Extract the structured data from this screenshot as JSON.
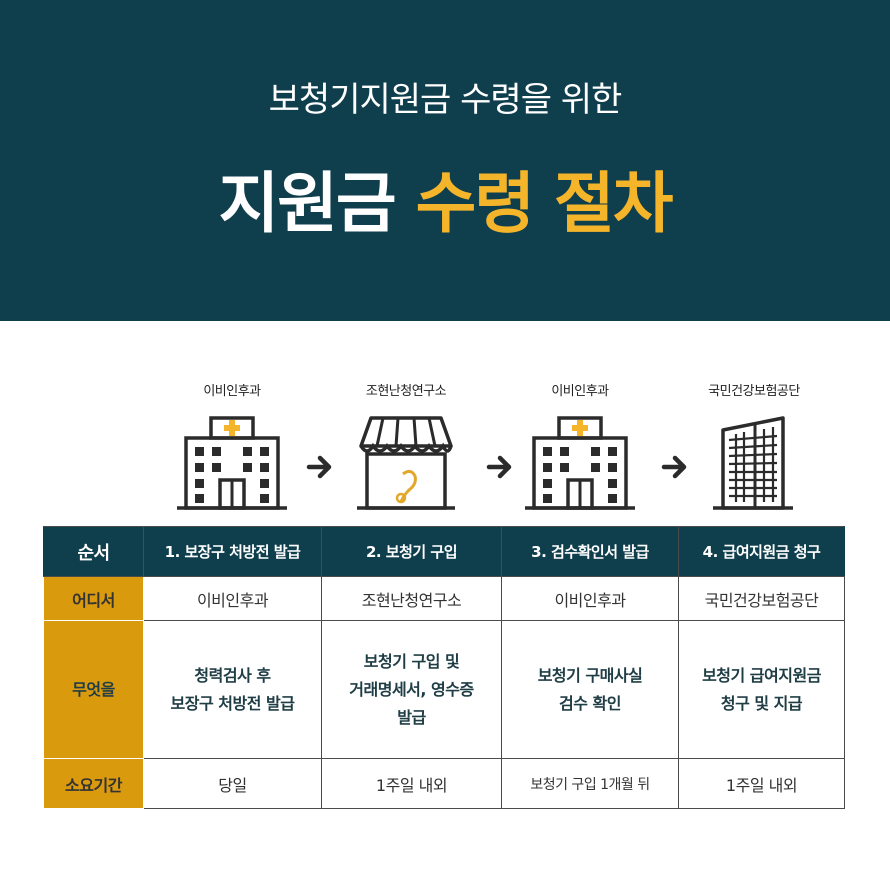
{
  "header": {
    "subtitle": "보청기지원금 수령을 위한",
    "title_main": "지원금",
    "title_accent": "수령 절차"
  },
  "steps": [
    {
      "place": "이비인후과",
      "icon": "hospital-icon"
    },
    {
      "place": "조현난청연구소",
      "icon": "hearing-aid-store-icon"
    },
    {
      "place": "이비인후과",
      "icon": "hospital-icon"
    },
    {
      "place": "국민건강보험공단",
      "icon": "office-building-icon"
    }
  ],
  "table": {
    "col_header": "순서",
    "columns": [
      "1. 보장구 처방전 발급",
      "2. 보청기 구입",
      "3. 검수확인서 발급",
      "4. 급여지원금 청구"
    ],
    "rows": {
      "where": {
        "label": "어디서",
        "cells": [
          "이비인후과",
          "조현난청연구소",
          "이비인후과",
          "국민건강보험공단"
        ]
      },
      "what": {
        "label": "무엇을",
        "cells": [
          [
            "청력검사 후",
            "보장구 처방전 발급"
          ],
          [
            "보청기 구입 및",
            "거래명세서, 영수증",
            "발급"
          ],
          [
            "보청기 구매사실",
            "검수 확인"
          ],
          [
            "보청기 급여지원금",
            "청구 및 지급"
          ]
        ]
      },
      "duration": {
        "label": "소요기간",
        "cells": [
          "당일",
          "1주일 내외",
          "보청기 구입 1개월 뒤",
          "1주일 내외"
        ]
      }
    }
  },
  "colors": {
    "navy": "#0f3e4d",
    "accent": "#f5b52a",
    "row_header": "#d99a0e"
  }
}
